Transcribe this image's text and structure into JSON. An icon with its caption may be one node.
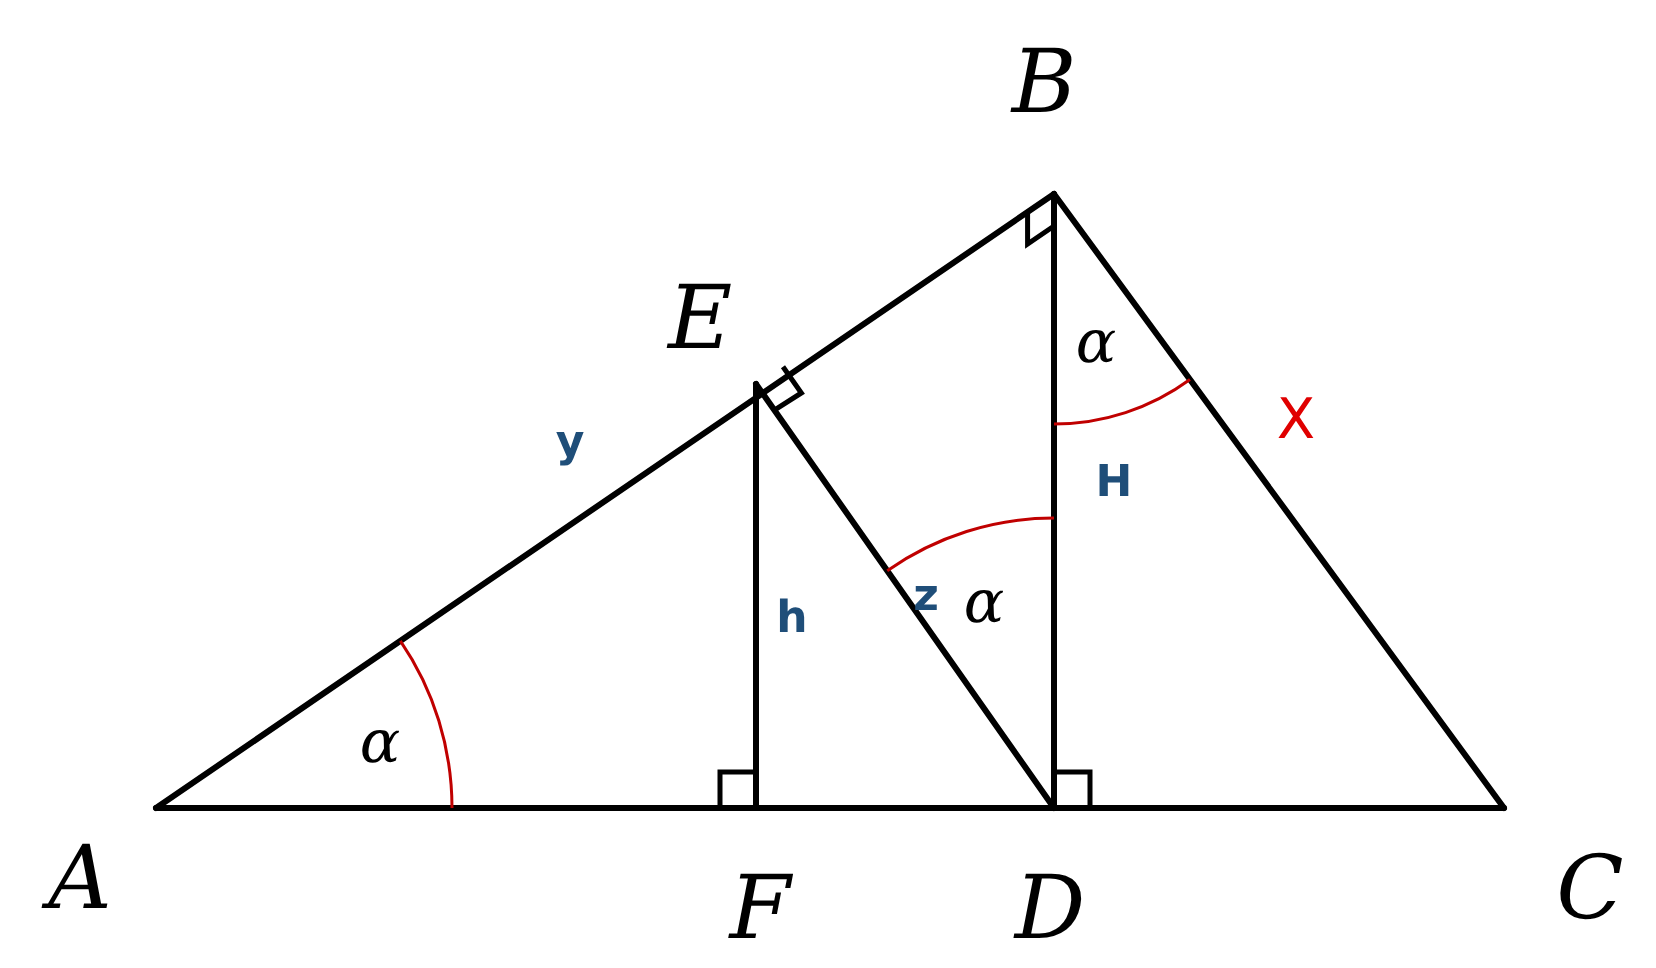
{
  "diagram": {
    "labels": [
      "B",
      "E",
      "α",
      "X",
      "y",
      "H",
      "z",
      "α",
      "h",
      "α",
      "A",
      "F",
      "D",
      "C"
    ]
  }
}
